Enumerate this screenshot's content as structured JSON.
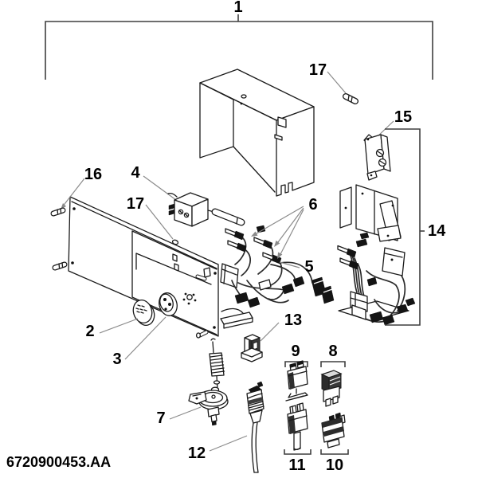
{
  "part_number": "6720900453.AA",
  "callouts": {
    "c1": "1",
    "c2": "2",
    "c3": "3",
    "c4": "4",
    "c5": "5",
    "c6": "6",
    "c7": "7",
    "c8": "8",
    "c9": "9",
    "c10": "10",
    "c11": "11",
    "c12": "12",
    "c13": "13",
    "c14": "14",
    "c15": "15",
    "c16": "16",
    "c17": "17"
  },
  "colors": {
    "line": "#1a1a1a",
    "leader": "#8a8a8a",
    "label": "#000000",
    "background": "#ffffff"
  }
}
